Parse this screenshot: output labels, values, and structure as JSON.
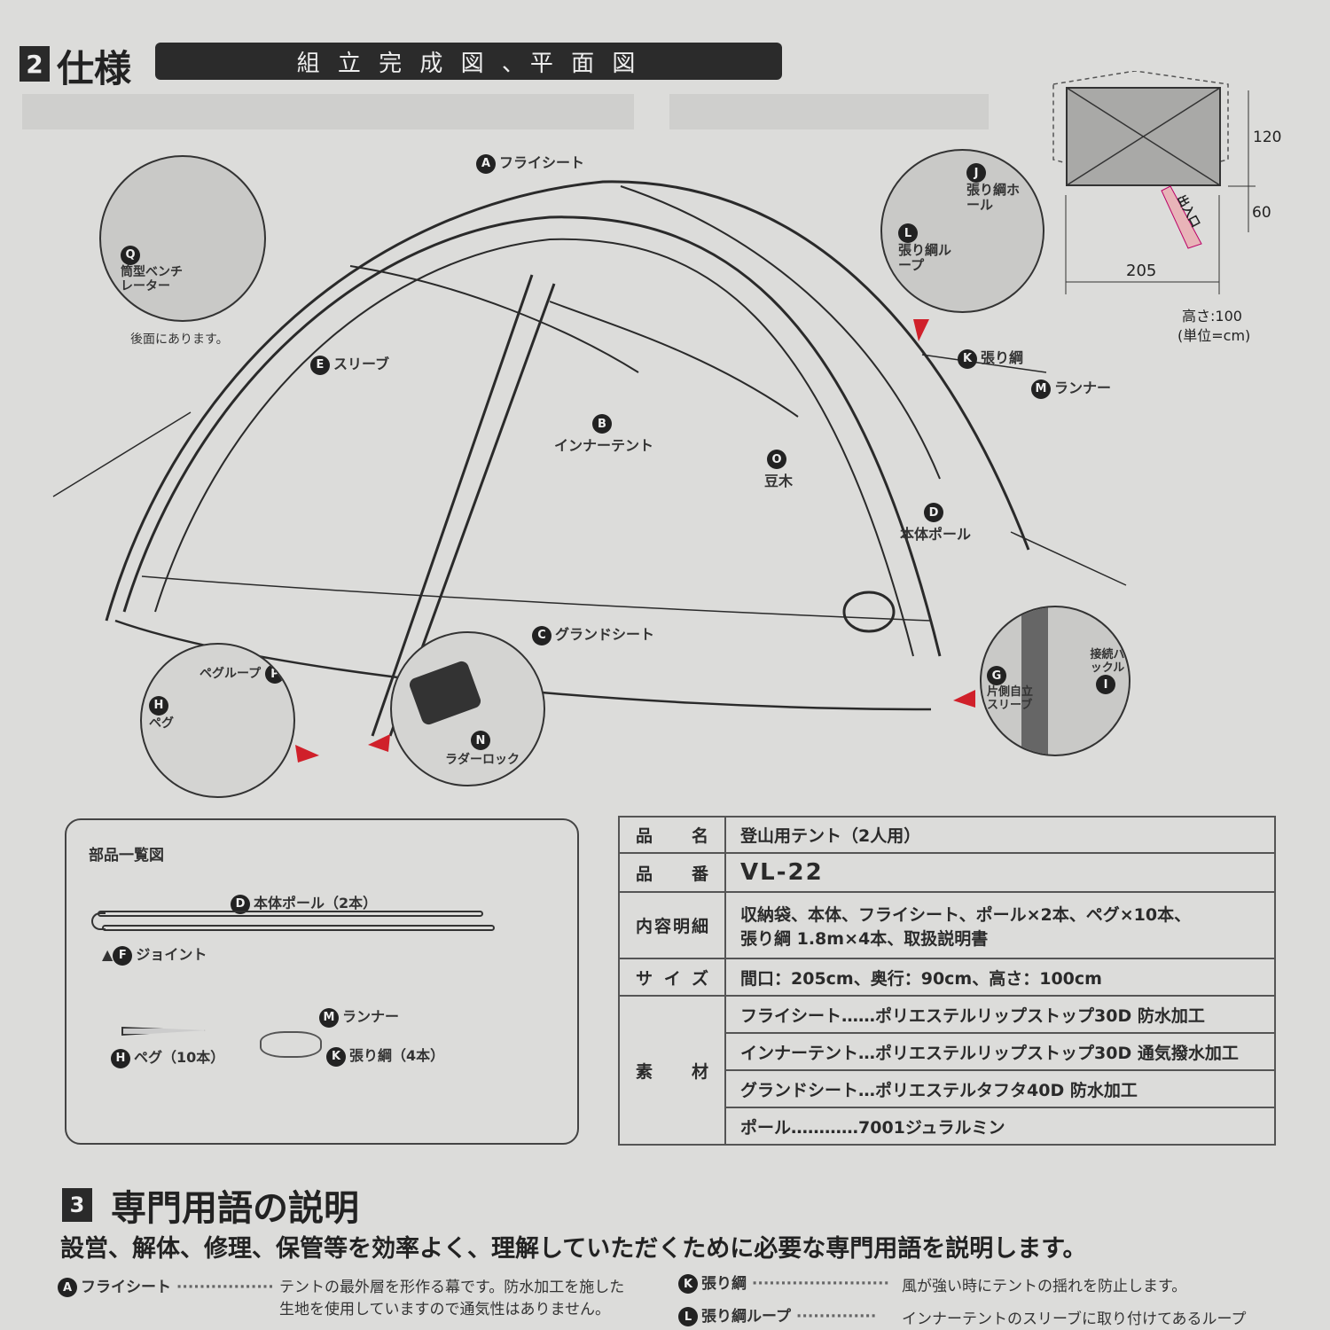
{
  "header": {
    "section_number": "2",
    "section_title": "仕様",
    "banner": "組 立 完 成 図 、平 面 図"
  },
  "callouts": {
    "A": {
      "badge": "A",
      "label": "フライシート"
    },
    "B": {
      "badge": "B",
      "label": "インナーテント"
    },
    "C": {
      "badge": "C",
      "label": "グランドシート"
    },
    "D": {
      "badge": "D",
      "label": "本体ポール"
    },
    "E": {
      "badge": "E",
      "label": "スリーブ"
    },
    "G": {
      "badge": "G",
      "label": "片側自立スリーブ"
    },
    "H": {
      "badge": "H",
      "label": "ペグ"
    },
    "I": {
      "badge": "I",
      "label": "接続バックル"
    },
    "J": {
      "badge": "J",
      "label": "張り綱ホール"
    },
    "K": {
      "badge": "K",
      "label": "張り綱"
    },
    "L": {
      "badge": "L",
      "label": "張り綱ループ"
    },
    "M": {
      "badge": "M",
      "label": "ランナー"
    },
    "N": {
      "badge": "N",
      "label": "ラダーロック"
    },
    "O": {
      "badge": "O",
      "label": "豆木"
    },
    "P": {
      "badge": "P",
      "label": "ペグループ"
    },
    "Q": {
      "badge": "Q",
      "label": "筒型ベンチレーター"
    }
  },
  "ventilator_note": "後面にあります。",
  "plan": {
    "depth": "120",
    "vestibule": "60",
    "width": "205",
    "entrance": "出入口",
    "height_note": "高さ:100",
    "unit_note": "(単位=cm)"
  },
  "parts": {
    "title": "部品一覧図",
    "pole": {
      "badge": "D",
      "label": "本体ポール（2本）"
    },
    "joint": {
      "badge": "F",
      "label": "ジョイント"
    },
    "peg": {
      "badge": "H",
      "label": "ペグ（10本）"
    },
    "runner": {
      "badge": "M",
      "label": "ランナー"
    },
    "rope": {
      "badge": "K",
      "label": "張り綱（4本）"
    }
  },
  "spec": {
    "name_label": "品名",
    "name": "登山用テント（2人用）",
    "number_label": "品番",
    "number": "VL-22",
    "contents_label": "内容明細",
    "contents_1": "収納袋、本体、フライシート、ポール×2本、ペグ×10本、",
    "contents_2": "張り綱 1.8m×4本、取扱説明書",
    "size_label": "サイズ",
    "size": "間口：205cm、奥行：90cm、高さ：100cm",
    "material_label": "素材",
    "materials": [
      "フライシート……ポリエステルリップストップ30D 防水加工",
      "インナーテント…ポリエステルリップストップ30D 通気撥水加工",
      "グランドシート…ポリエステルタフタ40D 防水加工",
      "ポール…………7001ジュラルミン"
    ]
  },
  "glossary": {
    "section_number": "3",
    "title": "専門用語の説明",
    "intro": "設営、解体、修理、保管等を効率よく、理解していただくために必要な専門用語を説明します。",
    "terms": [
      {
        "badge": "A",
        "term": "フライシート",
        "desc_1": "テントの最外層を形作る幕です。防水加工を施した",
        "desc_2": "生地を使用していますので通気性はありません。"
      },
      {
        "badge": "K",
        "term": "張り綱",
        "desc_1": "風が強い時にテントの揺れを防止します。"
      },
      {
        "badge": "L",
        "term": "張り綱ループ",
        "desc_1": "インナーテントのスリーブに取り付けてあるループ"
      }
    ]
  },
  "colors": {
    "accent_red": "#d0202a",
    "entrance_pink": "#e8b4b8"
  }
}
